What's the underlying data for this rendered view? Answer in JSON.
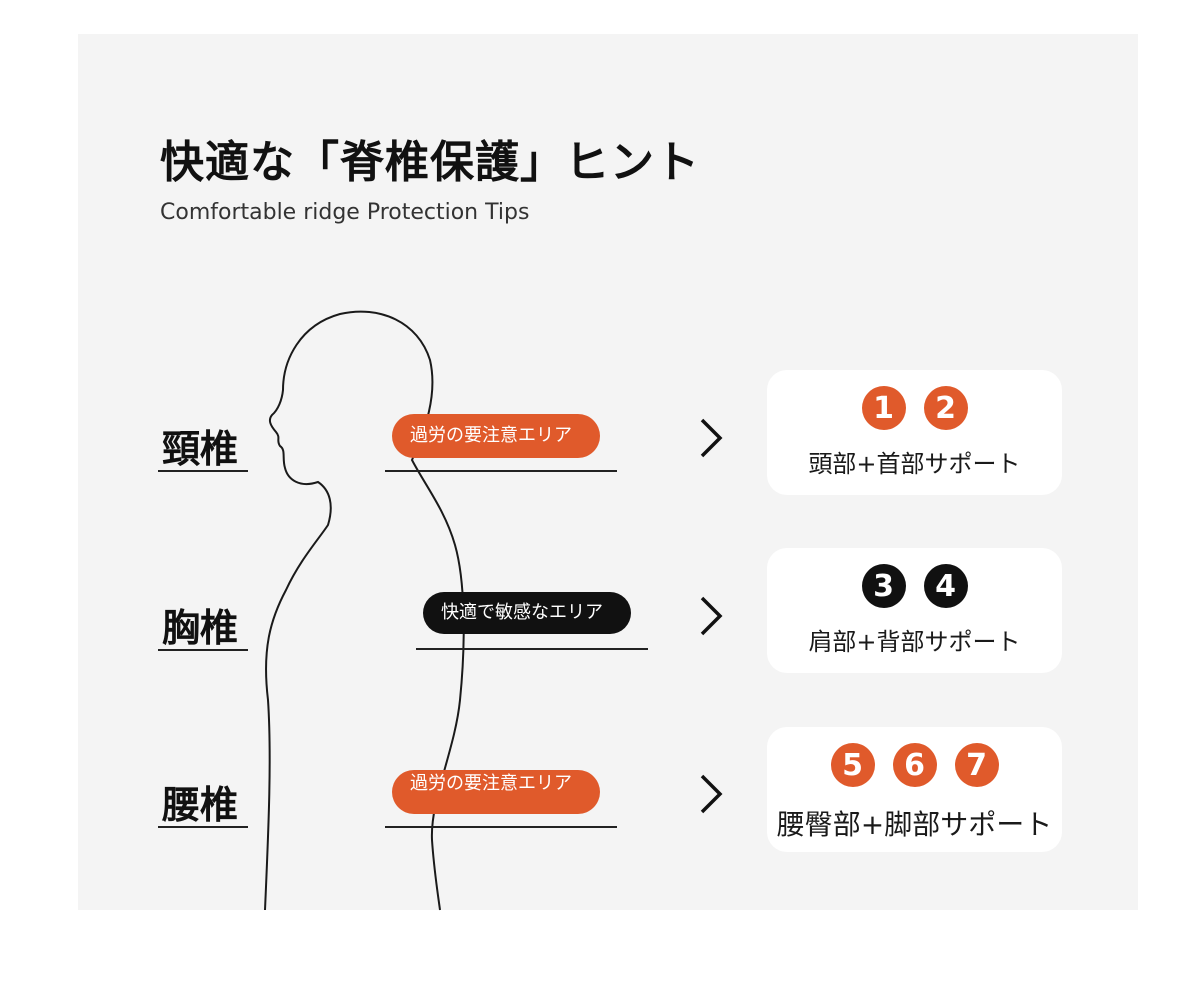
{
  "header": {
    "title": "快適な「脊椎保護」ヒント",
    "subtitle": "Comfortable ridge Protection Tips"
  },
  "rows": [
    {
      "region": "頸椎",
      "tag": "過労の要注意エリア",
      "tag_color": "#e05a2b",
      "badges": [
        "1",
        "2"
      ],
      "badge_color": "#e05a2b",
      "support": "頭部+首部サポート"
    },
    {
      "region": "胸椎",
      "tag": "快適で敏感なエリア",
      "tag_color": "#111111",
      "badges": [
        "3",
        "4"
      ],
      "badge_color": "#111111",
      "support": "肩部+背部サポート"
    },
    {
      "region": "腰椎",
      "tag": "過労の要注意エリア",
      "tag_color": "#e05a2b",
      "badges": [
        "5",
        "6",
        "7"
      ],
      "badge_color": "#e05a2b",
      "support": "腰臀部+脚部サポート"
    }
  ],
  "icons": {
    "chevron": "chevron-right-icon",
    "silhouette": "human-profile-silhouette"
  }
}
